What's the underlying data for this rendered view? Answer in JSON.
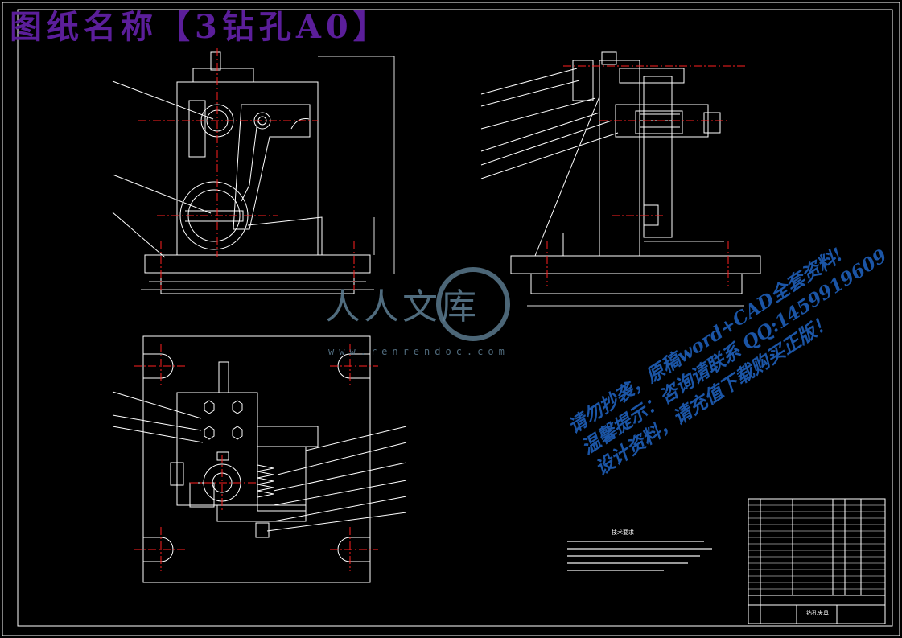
{
  "banner": {
    "title": "图纸名称【3钻孔A0】"
  },
  "watermark": {
    "logo_text": "人人文库",
    "url": "www.renrendoc.com",
    "lines": [
      "请勿抄袭，原稿word+CAD全套资料!",
      "温馨提示：咨询请联系 QQ:1459919609",
      "设计资料，请充值下载购买正版！"
    ]
  },
  "notes": {
    "title": "技术要求"
  },
  "title_block": {
    "drawing_name": "钻孔夹具"
  },
  "colors": {
    "background": "#000000",
    "line": "#ffffff",
    "centerline": "#ff2020",
    "dimension": "#e8e8e8",
    "banner": "#5b1e9a",
    "watermark": "#1f5fb8",
    "logo": "#5f7f95"
  }
}
